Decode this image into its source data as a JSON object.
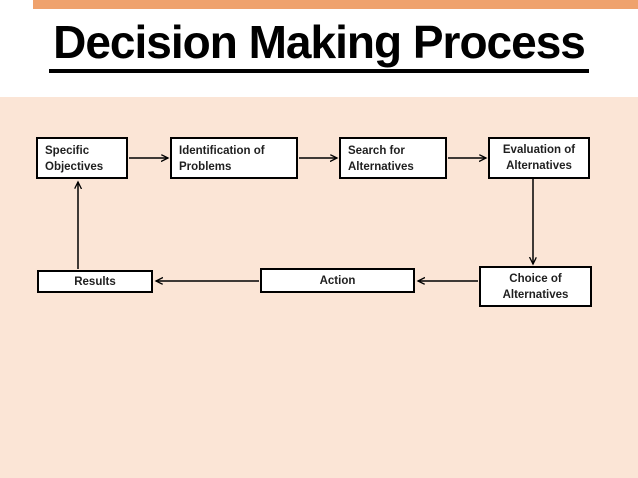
{
  "slide_title": "Decision Making Process",
  "flowchart": {
    "nodes": [
      {
        "id": "specific-objectives",
        "line1": "Specific",
        "line2": "Objectives"
      },
      {
        "id": "identification-of-problems",
        "line1": "Identification of",
        "line2": "Problems"
      },
      {
        "id": "search-for-alternatives",
        "line1": "Search for",
        "line2": "Alternatives"
      },
      {
        "id": "evaluation-of-alternatives",
        "line1": "Evaluation of",
        "line2": "Alternatives"
      },
      {
        "id": "results",
        "line1": "Results"
      },
      {
        "id": "action",
        "line1": "Action"
      },
      {
        "id": "choice-of-alternatives",
        "line1": "Choice of",
        "line2": "Alternatives"
      }
    ],
    "connections": [
      {
        "from": "specific-objectives",
        "to": "identification-of-problems"
      },
      {
        "from": "identification-of-problems",
        "to": "search-for-alternatives"
      },
      {
        "from": "search-for-alternatives",
        "to": "evaluation-of-alternatives"
      },
      {
        "from": "evaluation-of-alternatives",
        "to": "choice-of-alternatives"
      },
      {
        "from": "choice-of-alternatives",
        "to": "action"
      },
      {
        "from": "action",
        "to": "results"
      },
      {
        "from": "results",
        "to": "specific-objectives"
      }
    ]
  },
  "colors": {
    "slide_background": "#FBE5D6",
    "title_area_background": "#FFFFFF",
    "accent_bar": "#EFA26D",
    "box_fill": "#FFFFFF",
    "box_border": "#000000",
    "box_text": "#1F1F1F",
    "title_text": "#000000",
    "arrow": "#000000"
  }
}
